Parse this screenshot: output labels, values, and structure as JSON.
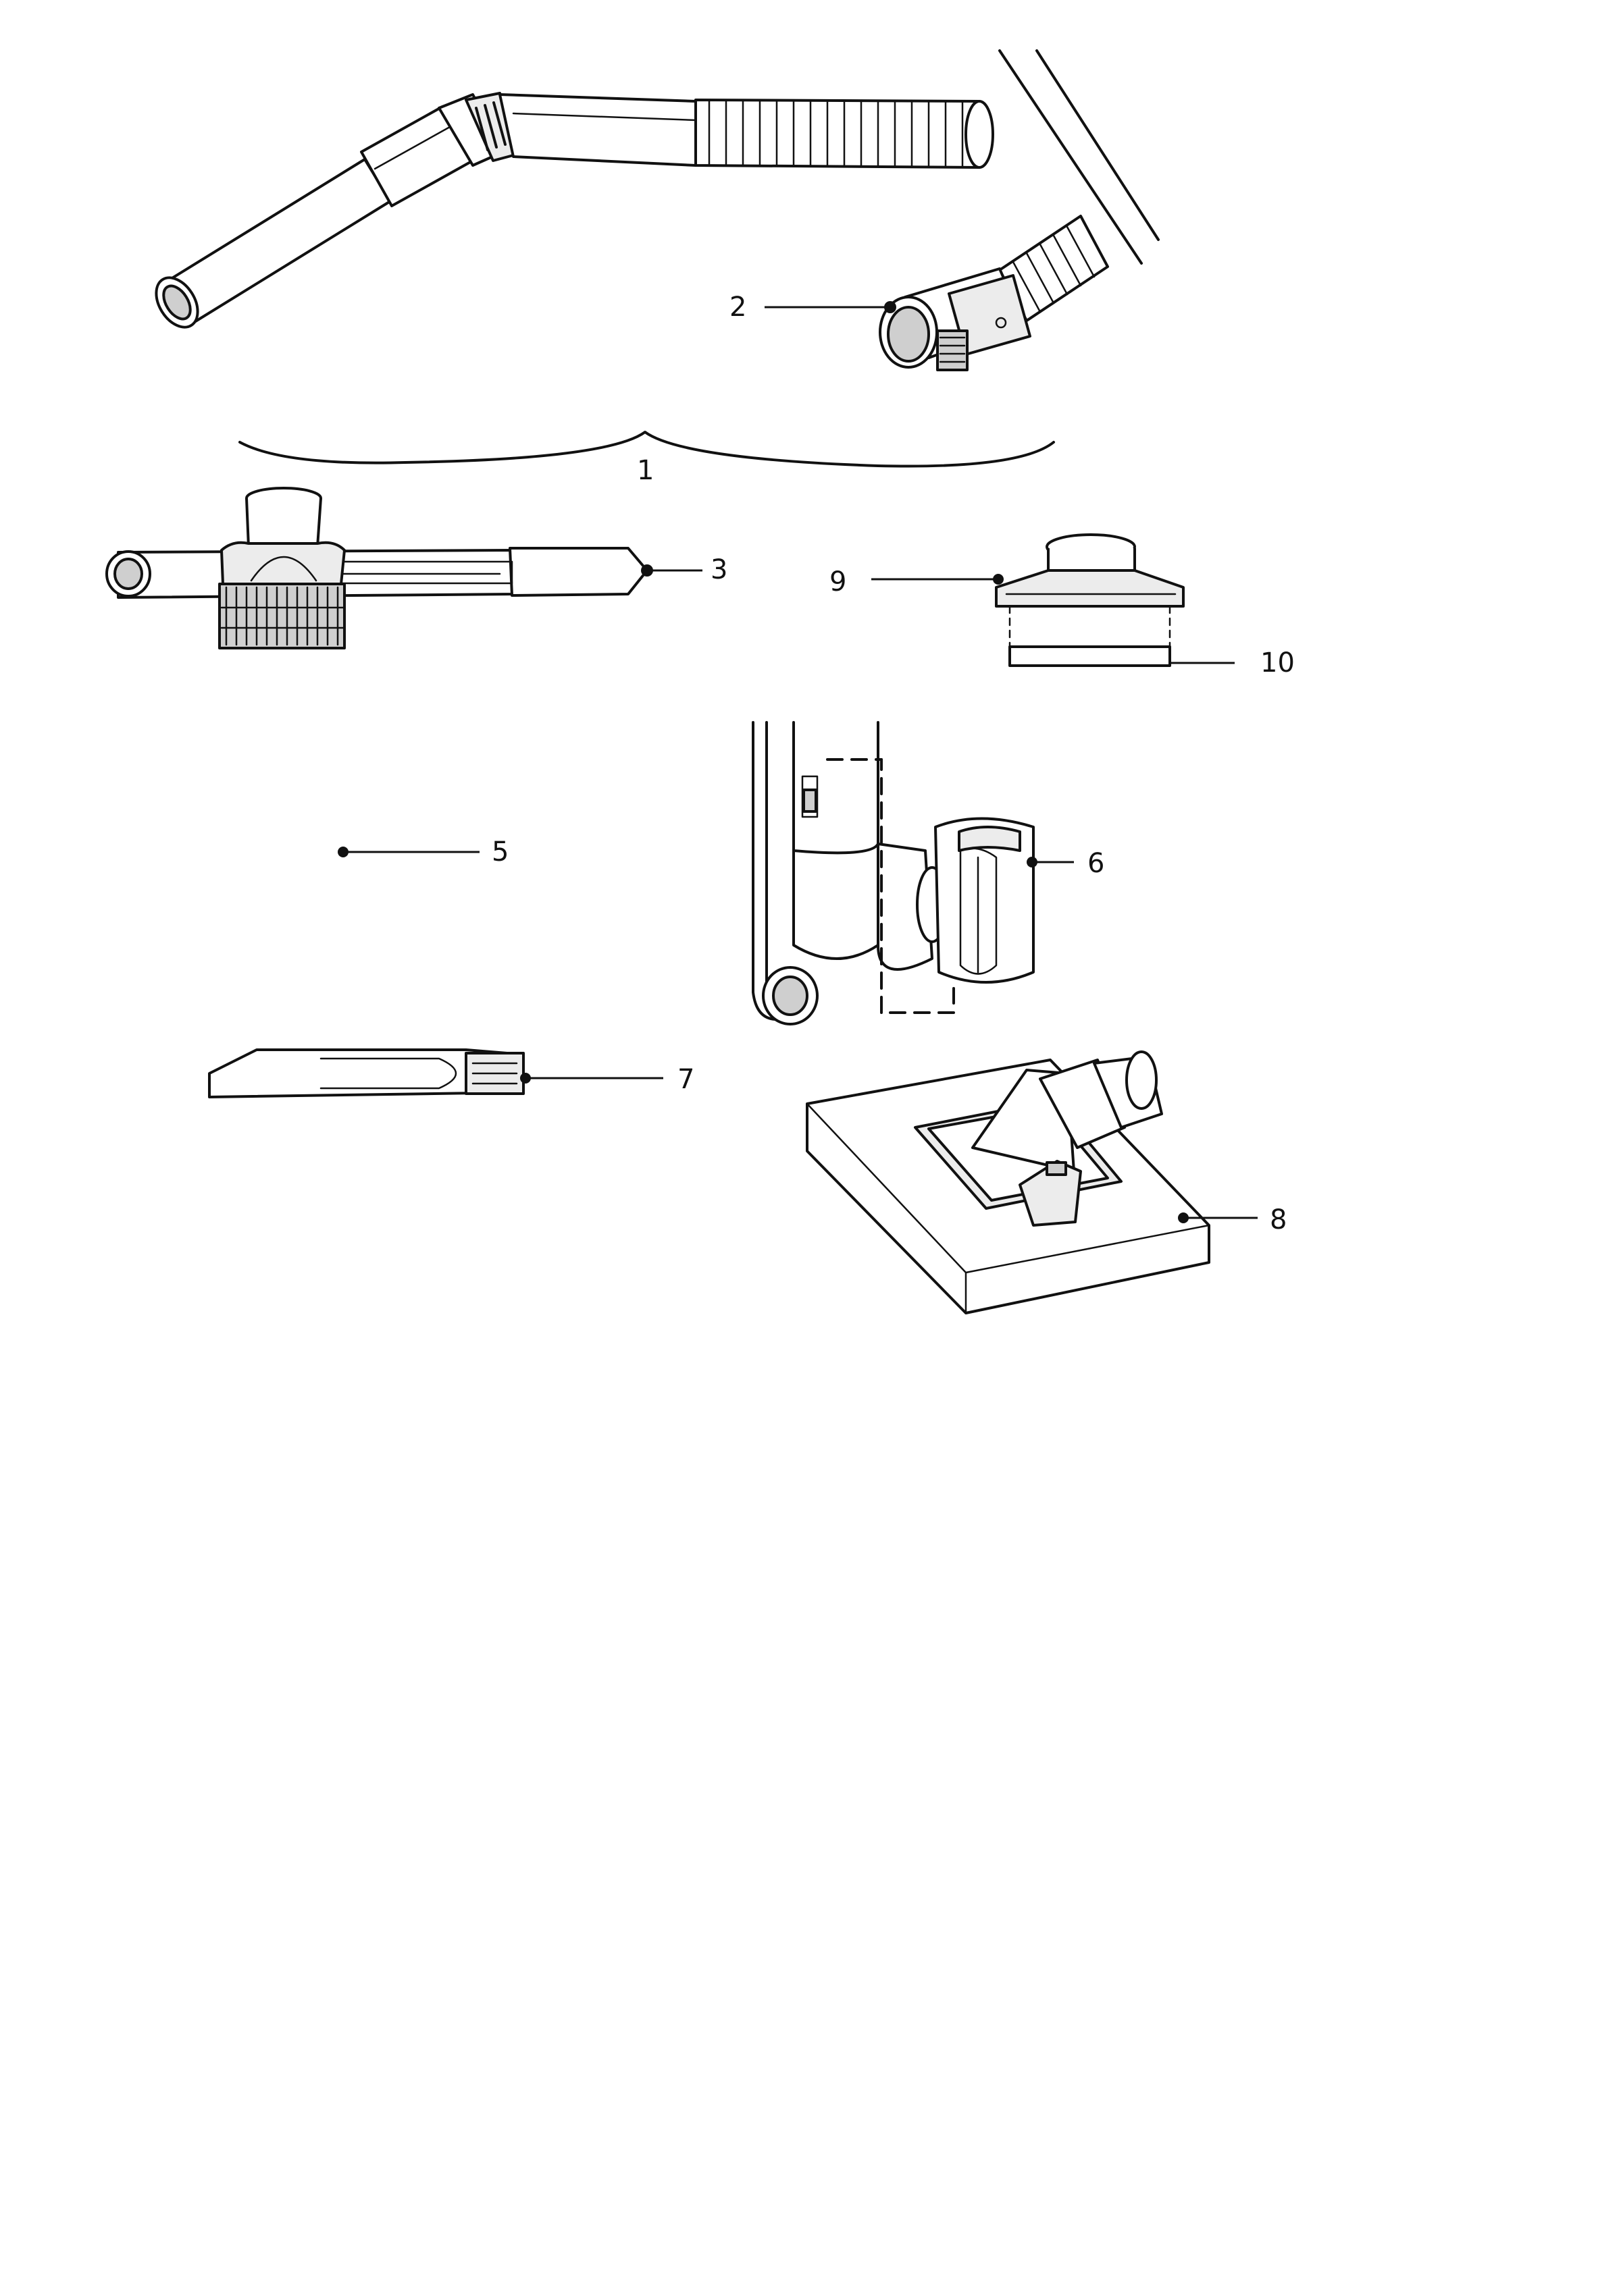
{
  "callouts": {
    "c1": "1",
    "c2": "2",
    "c3": "3",
    "c5": "5",
    "c6": "6",
    "c7": "7",
    "c8": "8",
    "c9": "9",
    "c10": "10"
  }
}
